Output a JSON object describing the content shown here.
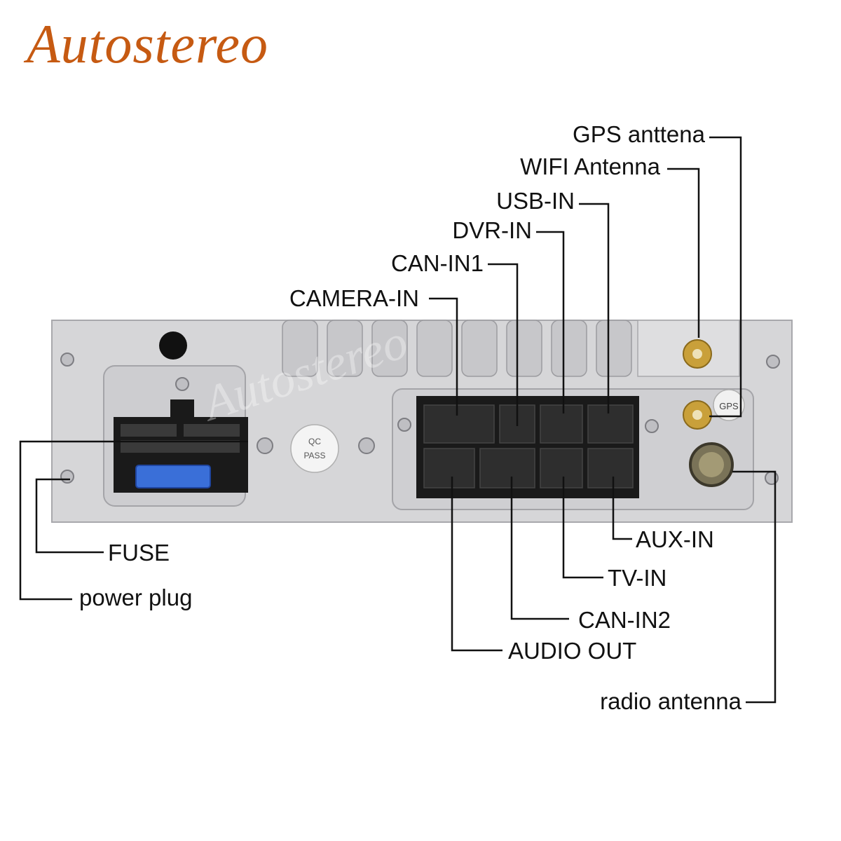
{
  "brand": {
    "name": "Autostereo",
    "color": "#c65a12"
  },
  "panel": {
    "qc_line1": "QC",
    "qc_line2": "PASS",
    "gps_tag": "GPS",
    "watermark": "Autostereo"
  },
  "labels": {
    "gps_antenna": "GPS anttena",
    "wifi_antenna": "WIFI Antenna",
    "usb_in": "USB-IN",
    "dvr_in": "DVR-IN",
    "can_in1": "CAN-IN1",
    "camera_in": "CAMERA-IN",
    "fuse": "FUSE",
    "power_plug": "power plug",
    "aux_in": "AUX-IN",
    "tv_in": "TV-IN",
    "can_in2": "CAN-IN2",
    "audio_out": "AUDIO OUT",
    "radio_antenna": "radio antenna"
  },
  "colors": {
    "panel": "#d4d4d6",
    "panel_dark": "#b9b9bd",
    "connector": "#1a1a1a",
    "fuse": "#3a6fd8",
    "gold": "#c9a03a"
  }
}
